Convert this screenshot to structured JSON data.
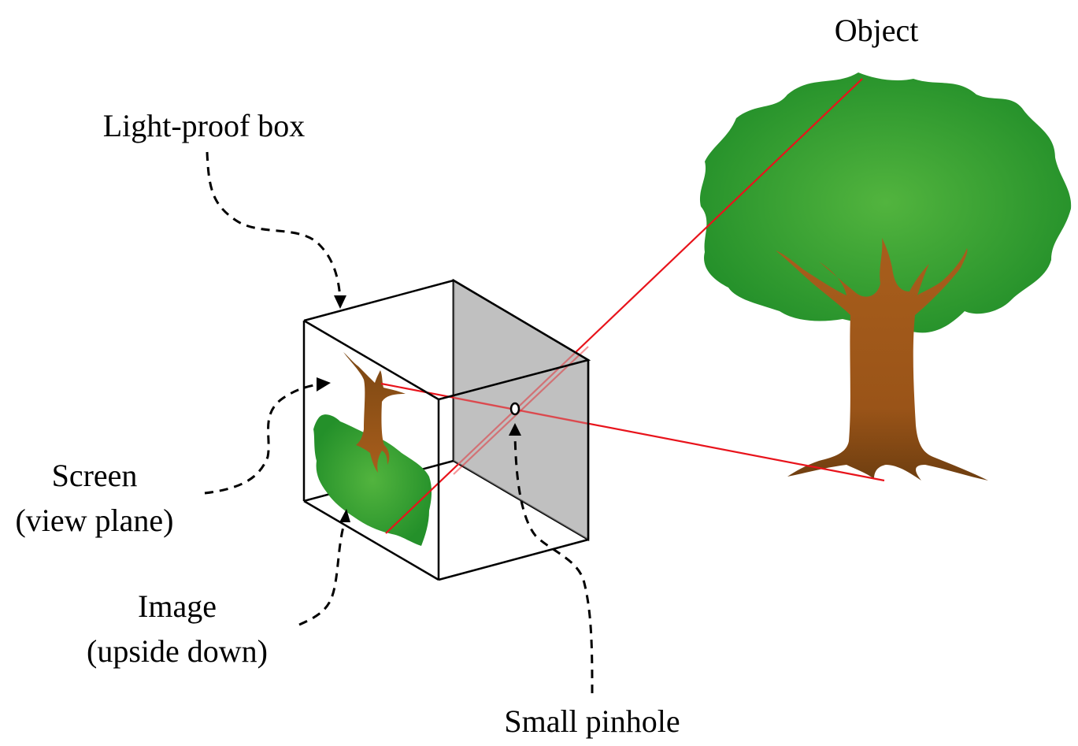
{
  "labels": {
    "object": "Object",
    "light_proof_box": "Light-proof box",
    "screen_line1": "Screen",
    "screen_line2": "(view plane)",
    "image_line1": "Image",
    "image_line2": "(upside down)",
    "small_pinhole": "Small pinhole"
  },
  "colors": {
    "ray": "#e8131b",
    "foliage": "#2e9a2e",
    "foliage_highlight": "#52b43e",
    "trunk": "#a35a1e",
    "trunk_dark": "#7a4010",
    "box_back_face": "#c0c0c0",
    "box_edges": "#000000",
    "leader_lines": "#000000"
  }
}
